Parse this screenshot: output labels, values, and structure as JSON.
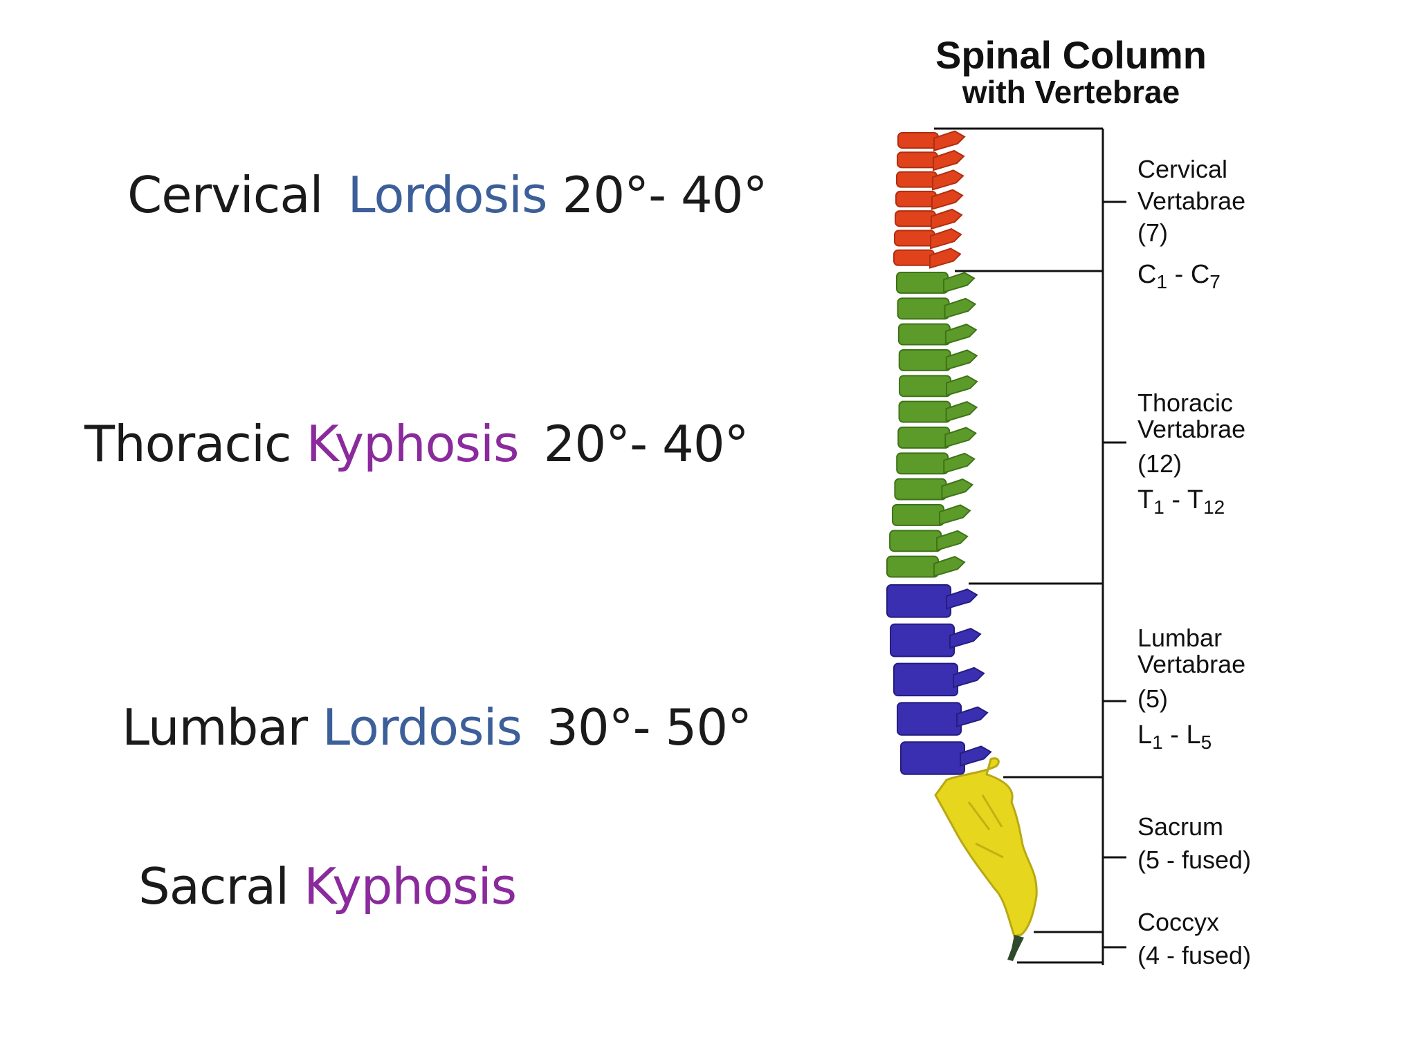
{
  "curves": [
    {
      "region": "Cervical",
      "type": "Lordosis",
      "range": "20°- 40°"
    },
    {
      "region": "Thoracic",
      "type": "Kyphosis",
      "range": "20°- 40°"
    },
    {
      "region": "Lumbar",
      "type": "Lordosis",
      "range": "30°- 50°"
    },
    {
      "region": "Sacral",
      "type": "Kyphosis",
      "range": ""
    }
  ],
  "diagram": {
    "title_line1": "Spinal Column",
    "title_line2": "with Vertebrae",
    "regions": {
      "cervical": {
        "name": "Cervical",
        "word": "Vertabrae",
        "count": "(7)",
        "from": "C",
        "from_sub": "1",
        "sep": " - ",
        "to": "C",
        "to_sub": "7"
      },
      "thoracic": {
        "name": "Thoracic",
        "word": "Vertabrae",
        "count": "(12)",
        "from": "T",
        "from_sub": "1",
        "sep": " - ",
        "to": "T",
        "to_sub": "12"
      },
      "lumbar": {
        "name": "Lumbar",
        "word": "Vertabrae",
        "count": "(5)",
        "from": "L",
        "from_sub": "1",
        "sep": " - ",
        "to": "L",
        "to_sub": "5"
      },
      "sacrum": {
        "name": "Sacrum",
        "count": "(5 - fused)"
      },
      "coccyx": {
        "name": "Coccyx",
        "count": "(4 - fused)"
      }
    }
  },
  "colors": {
    "cervical": "#e0421c",
    "thoracic": "#5c9a2a",
    "lumbar": "#3a2fb0",
    "sacrum": "#e6d61e",
    "coccyx": "#2e4a2a",
    "lordosis_text": "#3d5f99",
    "kyphosis_text": "#8a2a9c"
  }
}
